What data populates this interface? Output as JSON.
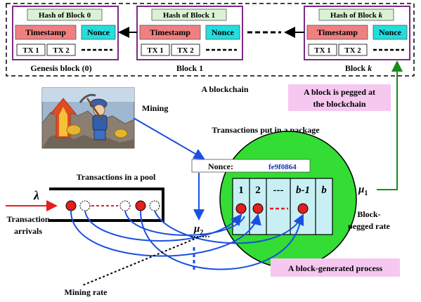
{
  "blockchain": {
    "caption": "A blockchain",
    "blocks": [
      {
        "hash": "Hash of Block 0",
        "timestamp": "Timestamp",
        "nonce": "Nonce",
        "tx1": "TX 1",
        "tx2": "TX 2",
        "caption": "Genesis block (0)"
      },
      {
        "hash": "Hash of Block 1",
        "timestamp": "Timestamp",
        "nonce": "Nonce",
        "tx1": "TX 1",
        "tx2": "TX 2",
        "caption": "Block 1"
      },
      {
        "hash_prefix": "Hash of Block ",
        "hash_var": "k",
        "timestamp": "Timestamp",
        "nonce": "Nonce",
        "tx1": "TX 1",
        "tx2": "TX 2",
        "caption_prefix": "Block ",
        "caption_var": "k"
      }
    ]
  },
  "labels": {
    "mining": "Mining",
    "pegged_note_line1": "A block is pegged at",
    "pegged_note_line2": "the blockchain",
    "package_title": "Transactions put in a package",
    "nonce_label": "Nonce:",
    "nonce_value": "fe9f0864",
    "pool_title": "Transactions in a pool",
    "lambda": "λ",
    "arrivals_line1": "Transaction",
    "arrivals_line2": "arrivals",
    "mu2": "μ",
    "mu2_sub": "2",
    "mu1": "μ",
    "mu1_sub": "1",
    "pegged_rate_line1": "Block-",
    "pegged_rate_line2": "pegged rate",
    "generated_process": "A block-generated process",
    "mining_rate": "Mining rate"
  },
  "package_slots": [
    "1",
    "2",
    "---",
    "b-1",
    "b"
  ],
  "colors": {
    "block_border": "#7b2a86",
    "hash_fill": "#d9f2d3",
    "timestamp_fill": "#f08080",
    "nonce_fill": "#22dede",
    "package_fill": "#33dd33",
    "slot_fill": "#c8f0f4",
    "note_fill": "#f6c8f0",
    "arrow_blue": "#1a4fe0",
    "arrow_green": "#1b8c1b",
    "arrival_red": "#e51e1e"
  }
}
